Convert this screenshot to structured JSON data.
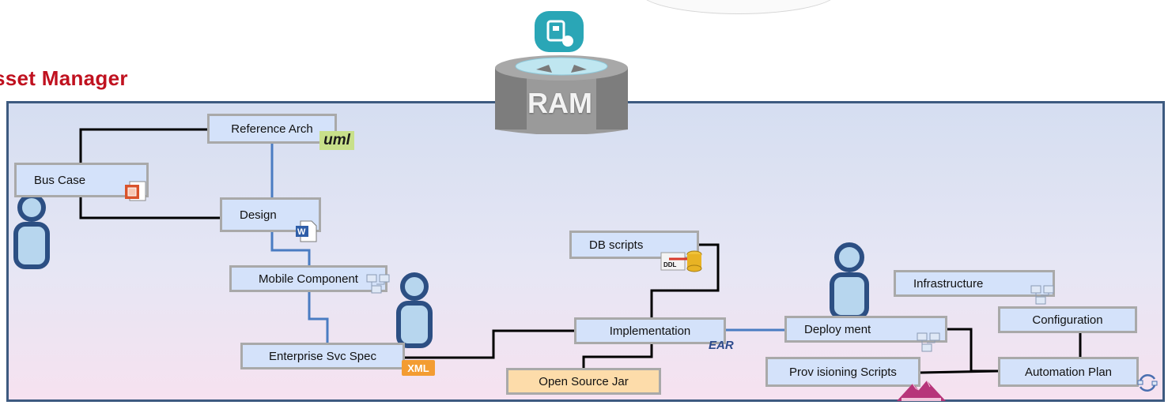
{
  "title": "sset Manager",
  "repository": {
    "label": "RAM"
  },
  "nodes": {
    "reference_arch": "Reference Arch",
    "bus_case": "Bus Case",
    "design": "Design",
    "mobile_component": "Mobile Component",
    "enterprise_svc_spec": "Enterprise Svc Spec",
    "db_scripts": "DB scripts",
    "implementation": "Implementation",
    "open_source_jar": "Open Source Jar",
    "infrastructure": "Infrastructure",
    "deployment": "Deploy ment",
    "configuration": "Configuration",
    "provisioning_scripts": "Prov isioning Scripts",
    "automation_plan": "Automation Plan"
  },
  "badges": {
    "uml": "uml",
    "xml": "XML",
    "ear": "EAR"
  },
  "colors": {
    "title": "#c0111f",
    "frame": "#3d5a80",
    "box_fill": "#d4e2fa",
    "box_border": "#a9a9a9",
    "open_source_fill": "#fddcaa",
    "link_blue": "#4a7cc2",
    "link_black": "#000000",
    "person_fill": "#b7d6ee",
    "person_stroke": "#2c4f83"
  }
}
